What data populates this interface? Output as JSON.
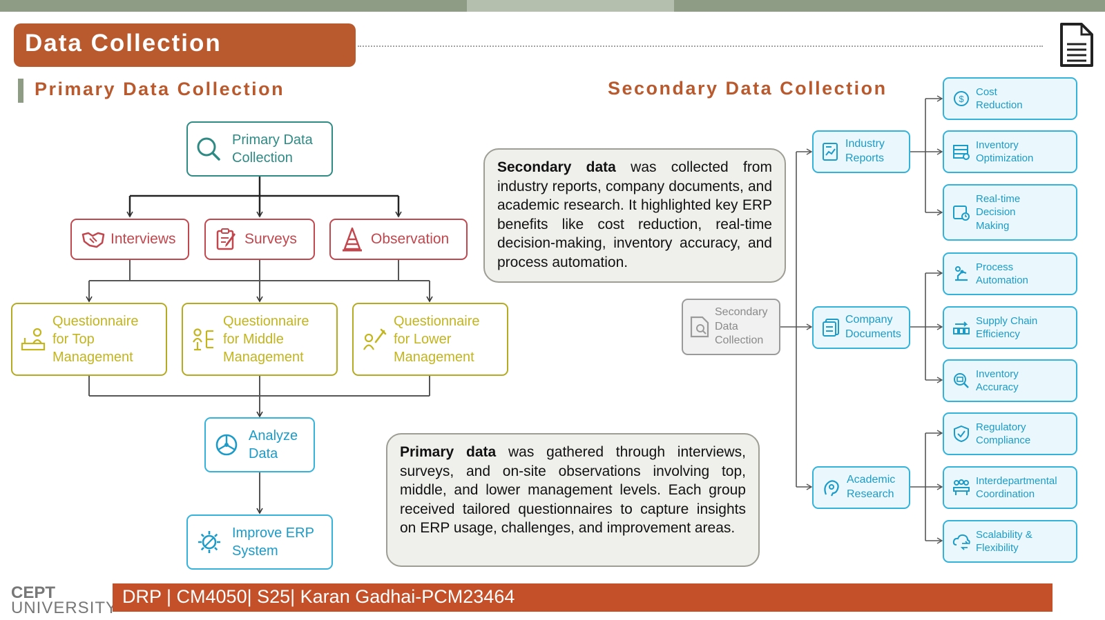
{
  "header": {
    "title": "Data Collection"
  },
  "primary": {
    "heading": "Primary Data Collection",
    "root": "Primary Data\nCollection",
    "methods": [
      "Interviews",
      "Surveys",
      "Observation"
    ],
    "questionnaires": [
      "Questionnaire\nfor Top\nManagement",
      "Questionnaire\nfor Middle\nManagement",
      "Questionnaire\nfor Lower\nManagement"
    ],
    "analyze": "Analyze\nData",
    "improve": "Improve ERP\nSystem",
    "summary": {
      "bold": "Primary data",
      "text": " was gathered through interviews, surveys, and on-site observations involving top, middle, and lower management levels. Each group received tailored questionnaires to capture insights on ERP usage, challenges, and improvement areas."
    }
  },
  "secondary": {
    "heading": "Secondary Data Collection",
    "root": "Secondary\nData\nCollection",
    "sources": [
      "Industry\nReports",
      "Company\nDocuments",
      "Academic\nResearch"
    ],
    "benefits": [
      "Cost\nReduction",
      "Inventory\nOptimization",
      "Real-time\nDecision\nMaking",
      "Process\nAutomation",
      "Supply Chain\nEfficiency",
      "Inventory\nAccuracy",
      "Regulatory\nCompliance",
      "Interdepartmental\nCoordination",
      "Scalability &\nFlexibility"
    ],
    "summary": {
      "bold": "Secondary data",
      "text": " was collected from industry reports, company documents, and academic research. It highlighted key ERP benefits like cost reduction, real-time decision-making, inventory accuracy, and process automation."
    }
  },
  "footer": {
    "text": "DRP | CM4050| S25| Karan Gadhai-PCM23464"
  },
  "logo": {
    "line1": "CEPT",
    "line2": "UNIVERSITY"
  },
  "colors": {
    "accent": "#b85a2e",
    "footer": "#c4502a",
    "teal": "#2f8a84",
    "red": "#c0474d",
    "yellow": "#b5ab23",
    "cyan": "#35b2da"
  }
}
